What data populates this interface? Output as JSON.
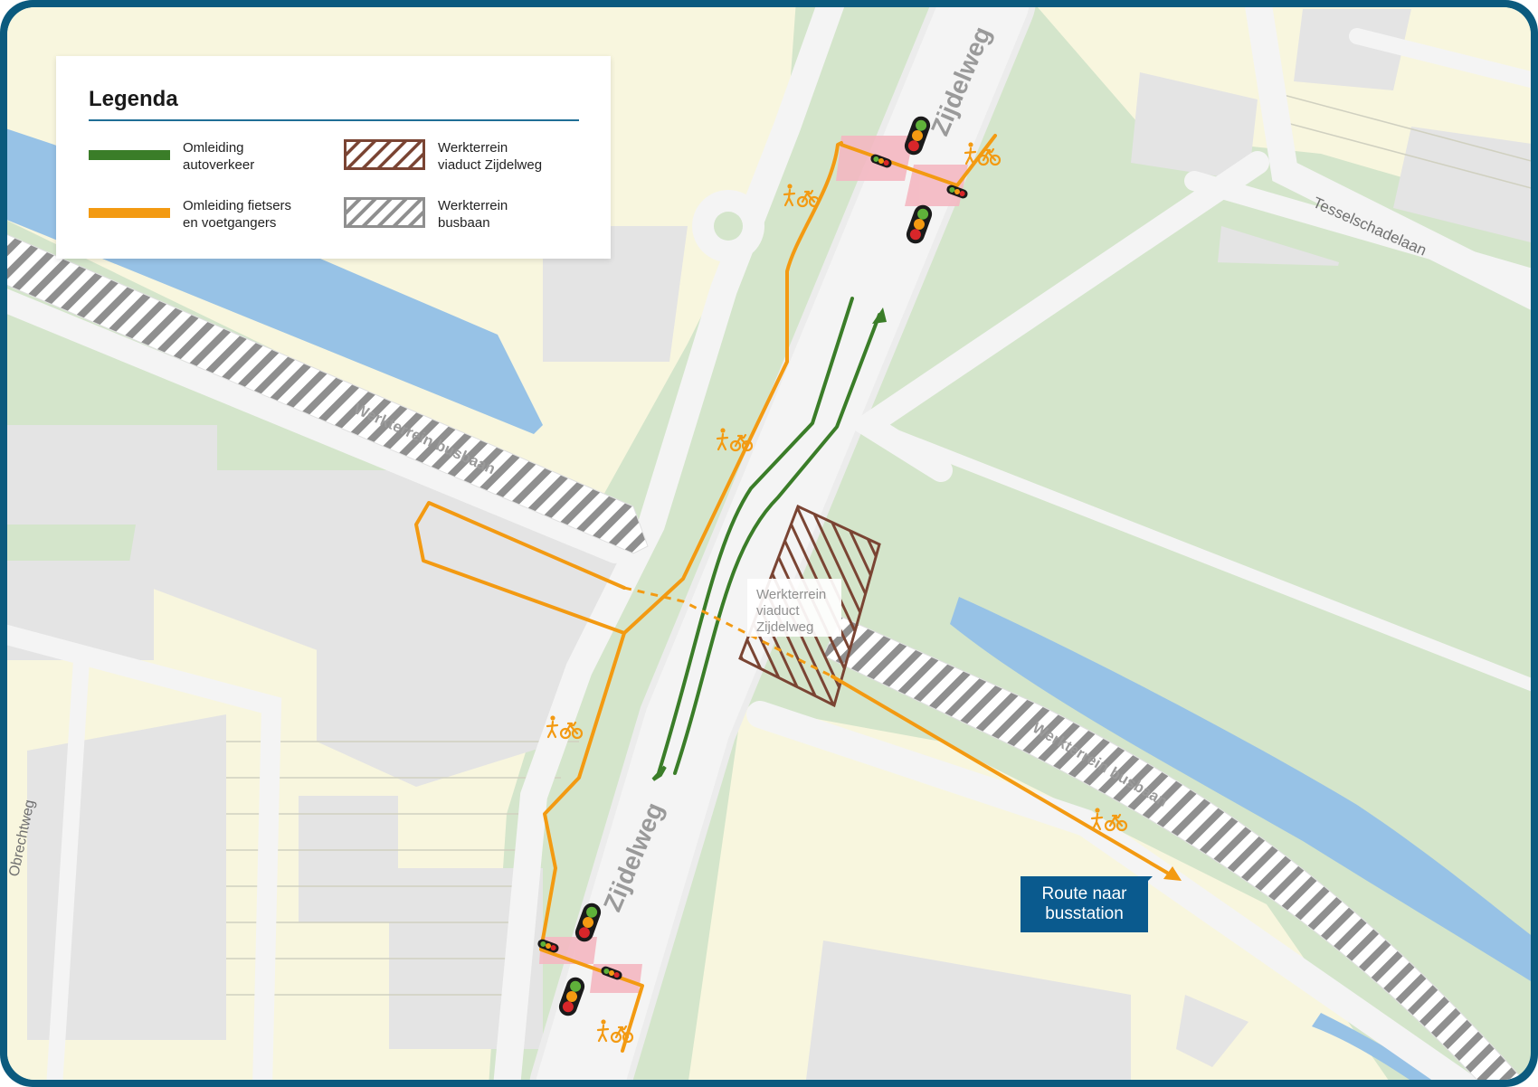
{
  "legend": {
    "title": "Legenda",
    "items": [
      {
        "line1": "Omleiding",
        "line2": "autoverkeer",
        "swatch": "solid",
        "color": "#3a7d28"
      },
      {
        "line1": "Werkterrein",
        "line2": "viaduct Zijdelweg",
        "swatch": "hatch",
        "color": "#7a4433"
      },
      {
        "line1": "Omleiding fietsers",
        "line2": "en voetgangers",
        "swatch": "solid",
        "color": "#f39a12"
      },
      {
        "line1": "Werkterrein",
        "line2": "busbaan",
        "swatch": "hatch",
        "color": "#8f8f8f"
      }
    ]
  },
  "map_labels": {
    "zijdelweg_north": "Zijdelweg",
    "zijdelweg_south": "Zijdelweg",
    "tesselschadelaan": "Tesselschadelaan",
    "obrechtweg": "Obrechtweg",
    "busbaan_west": "Werkterrein busbaan",
    "busbaan_east": "Werkterrein busbaan",
    "viaduct_line1": "Werkterrein",
    "viaduct_line2": "viaduct",
    "viaduct_line3": "Zijdelweg"
  },
  "callout": {
    "line1": "Route naar",
    "line2": "busstation"
  },
  "colors": {
    "frame": "#0b5a7e",
    "car_route": "#3a7d28",
    "bike_route": "#f39a12",
    "viaduct_work": "#7a4433",
    "busbaan_work": "#8f8f8f",
    "water": "#97c2e6",
    "green": "#d4e5cb",
    "built": "#f8f6de",
    "road": "#f4f4f4",
    "crossing": "#f4b8c2"
  },
  "icons": [
    "traffic-light-icon",
    "pedestrian-icon",
    "bicycle-icon",
    "direction-arrow-icon"
  ]
}
